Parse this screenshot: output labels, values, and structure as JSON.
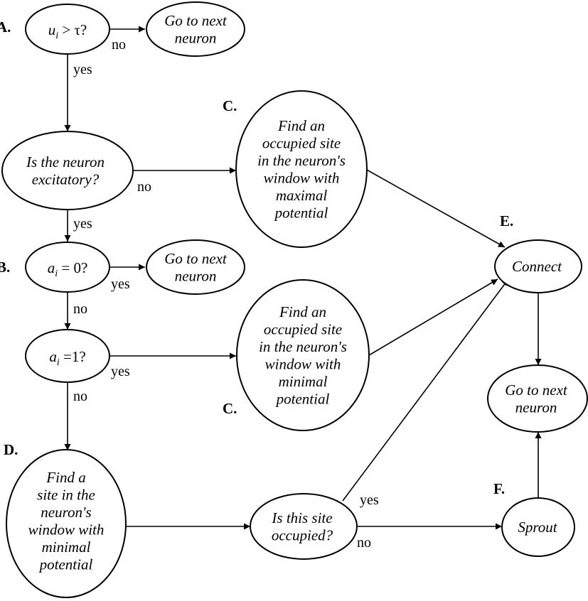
{
  "nodes": {
    "a_threshold": {
      "lines": [
        "u_i > τ?"
      ]
    },
    "a_next": {
      "lines": [
        "Go to next",
        "neuron"
      ]
    },
    "excitatory": {
      "lines": [
        "Is the neuron",
        "excitatory?"
      ]
    },
    "c_max": {
      "lines": [
        "Find an",
        "occupied site",
        "in the neuron's",
        "window with",
        "maximal",
        "potential"
      ]
    },
    "b_a0": {
      "lines": [
        "a_i = 0?"
      ]
    },
    "b_next": {
      "lines": [
        "Go to next",
        "neuron"
      ]
    },
    "a1": {
      "lines": [
        "a_i =1?"
      ]
    },
    "c_min": {
      "lines": [
        "Find an",
        "occupied site",
        "in the neuron's",
        "window with",
        "minimal",
        "potential"
      ]
    },
    "d_find": {
      "lines": [
        "Find a",
        "site in the",
        "neuron's",
        "window with",
        "minimal",
        "potential"
      ]
    },
    "occupied": {
      "lines": [
        "Is this site",
        "occupied?"
      ]
    },
    "connect": {
      "lines": [
        "Connect"
      ]
    },
    "e_next": {
      "lines": [
        "Go to next",
        "neuron"
      ]
    },
    "sprout": {
      "lines": [
        "Sprout"
      ]
    }
  },
  "edge_labels": {
    "a_no": "no",
    "a_yes": "yes",
    "exc_no": "no",
    "exc_yes": "yes",
    "b_yes": "yes",
    "b_no": "no",
    "a1_yes": "yes",
    "a1_no": "no",
    "occ_yes": "yes",
    "occ_no": "no"
  },
  "step_labels": {
    "A": "A.",
    "B": "B.",
    "C_top": "C.",
    "C_bottom": "C.",
    "D": "D.",
    "E": "E.",
    "F": "F."
  }
}
